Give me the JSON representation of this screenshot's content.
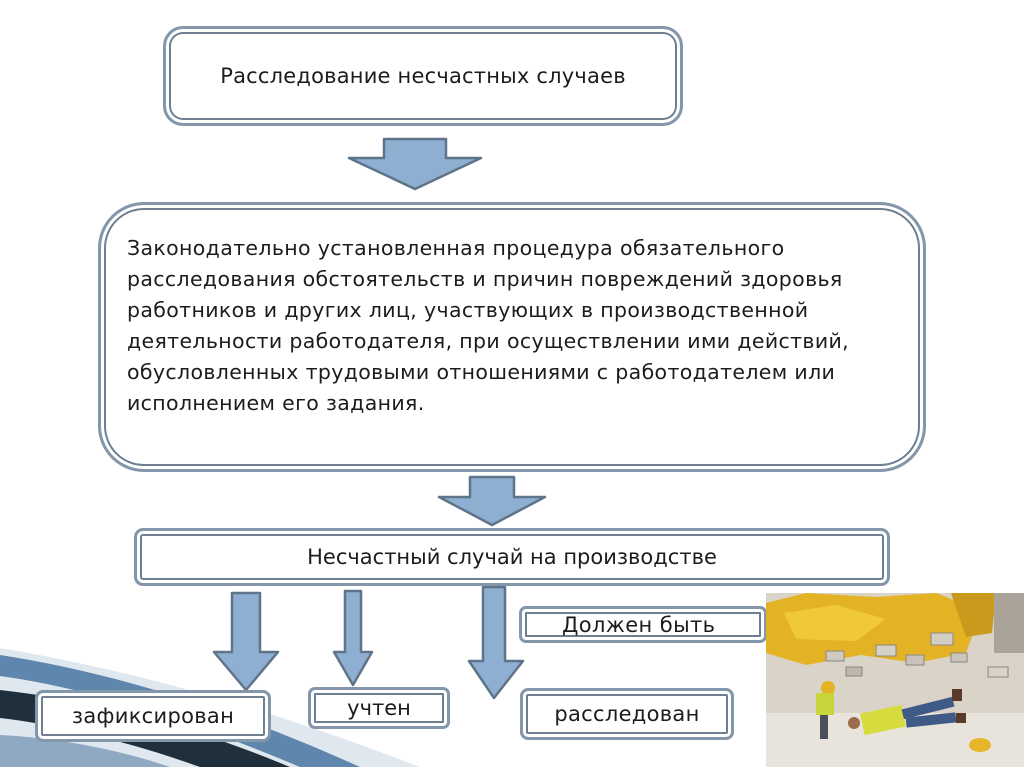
{
  "title_box": "Расследование несчастных случаев",
  "definition_box": "Законодательно установленная процедура обязательного расследования обстоятельств и причин повреждений здоровья работников и других лиц, участвующих в производственной деятельности работодателя, при осуществлении ими действий, обусловленных трудовыми отношениями с работодателем или исполнением его задания.",
  "accident_box": "Несчастный случай на производстве",
  "must_box": "Должен быть",
  "outcomes": {
    "recorded": "зафиксирован",
    "counted": "учтен",
    "investigated": "расследован"
  },
  "colors": {
    "box_border": "#8496a9",
    "arrow_fill": "#8eaed2",
    "arrow_stroke": "#5f7488",
    "swoosh_dark": "#2a3a48",
    "swoosh_blue": "#5f86ad"
  },
  "photo": {
    "icon": "workplace-accident-photo"
  }
}
